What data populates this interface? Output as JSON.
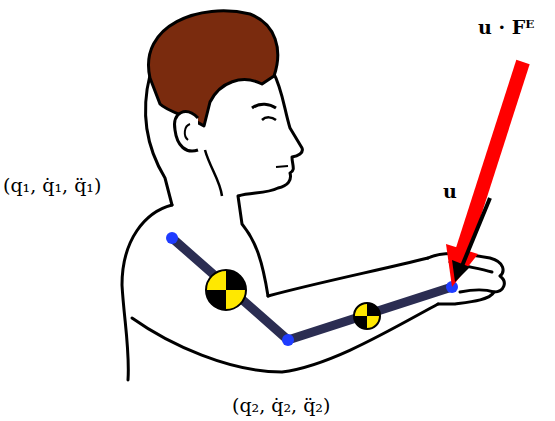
{
  "diagram": {
    "labels": [
      "(q₁, q̇₁, q̈₁)",
      "(q₂, q̇₂, q̈₂)",
      "u · Fᴱ",
      "u"
    ]
  }
}
